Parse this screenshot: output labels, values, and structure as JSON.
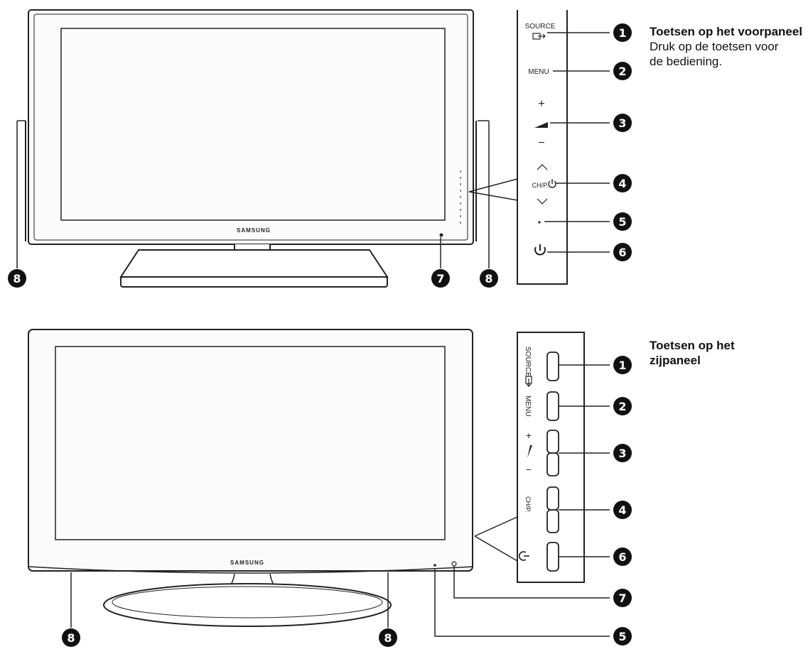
{
  "brand": "SAMSUNG",
  "front_panel": {
    "title": "Toetsen op het voorpaneel",
    "description_line1": "Druk op de toetsen voor",
    "description_line2": "de bediening.",
    "source_label": "SOURCE",
    "menu_label": "MENU",
    "plus": "+",
    "minus": "−",
    "channel_label": "CH/P.",
    "callouts": [
      "1",
      "2",
      "3",
      "4",
      "5",
      "6",
      "7",
      "8"
    ]
  },
  "side_panel": {
    "title_line1": "Toetsen op het",
    "title_line2": "zijpaneel",
    "source_label": "SOURCE",
    "menu_label": "MENU",
    "plus": "+",
    "minus": "−",
    "channel_label": "CH/P.",
    "callouts": [
      "1",
      "2",
      "3",
      "4",
      "6",
      "7",
      "8",
      "5"
    ]
  },
  "colors": {
    "line": "#222222",
    "callout_fill": "#111111"
  }
}
